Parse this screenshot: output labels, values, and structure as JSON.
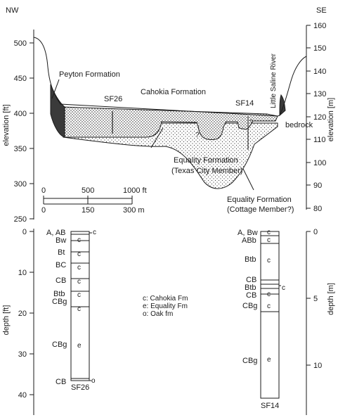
{
  "cross_section": {
    "compass_left": "NW",
    "compass_right": "SE",
    "left_axis_label": "elevation [ft]",
    "right_axis_label": "elevation [m]",
    "left_ticks": [
      "500",
      "450",
      "400",
      "350",
      "300",
      "250"
    ],
    "right_ticks": [
      "160",
      "150",
      "140",
      "130",
      "120",
      "110",
      "100",
      "90",
      "80"
    ],
    "labels": {
      "peyton": "Peyton Formation",
      "cahokia": "Cahokia Formation",
      "sf26": "SF26",
      "sf14": "SF14",
      "river": "Little Saline River",
      "bedrock": "bedrock",
      "equality_tc_1": "Equality Formation",
      "equality_tc_2": "(Texas City Member)",
      "equality_cm_1": "Equality Formation",
      "equality_cm_2": "(Cottage Member?)",
      "q1": "?",
      "q2": "?"
    },
    "scale_bar": {
      "ft_labels": [
        "0",
        "500",
        "1000 ft"
      ],
      "m_labels": [
        "0",
        "150",
        "300 m"
      ]
    }
  },
  "logs": {
    "left_axis_label": "depth [ft]",
    "right_axis_label": "depth [m]",
    "left_ticks": [
      "0",
      "10",
      "20",
      "30",
      "40"
    ],
    "right_ticks": [
      "0",
      "5",
      "10"
    ],
    "legend": [
      "c: Cahokia Fm",
      "e: Equality Fm",
      "o: Oak fm"
    ],
    "sf26": {
      "name": "SF26",
      "horizons": [
        "A, AB",
        "Bw",
        "Bt",
        "BC",
        "CB",
        "Btb",
        "CBg",
        "CBg",
        "CB"
      ],
      "codes": [
        "c",
        "c",
        "c",
        "c",
        "c",
        "c",
        "c",
        "e",
        "o"
      ]
    },
    "sf14": {
      "name": "SF14",
      "horizons": [
        "A, Bw",
        "ABb",
        "Btb",
        "CB",
        "Btb",
        "CB",
        "CBg",
        "CBg"
      ],
      "codes": [
        "c",
        "c",
        "c",
        "c",
        "c",
        "e"
      ]
    }
  }
}
